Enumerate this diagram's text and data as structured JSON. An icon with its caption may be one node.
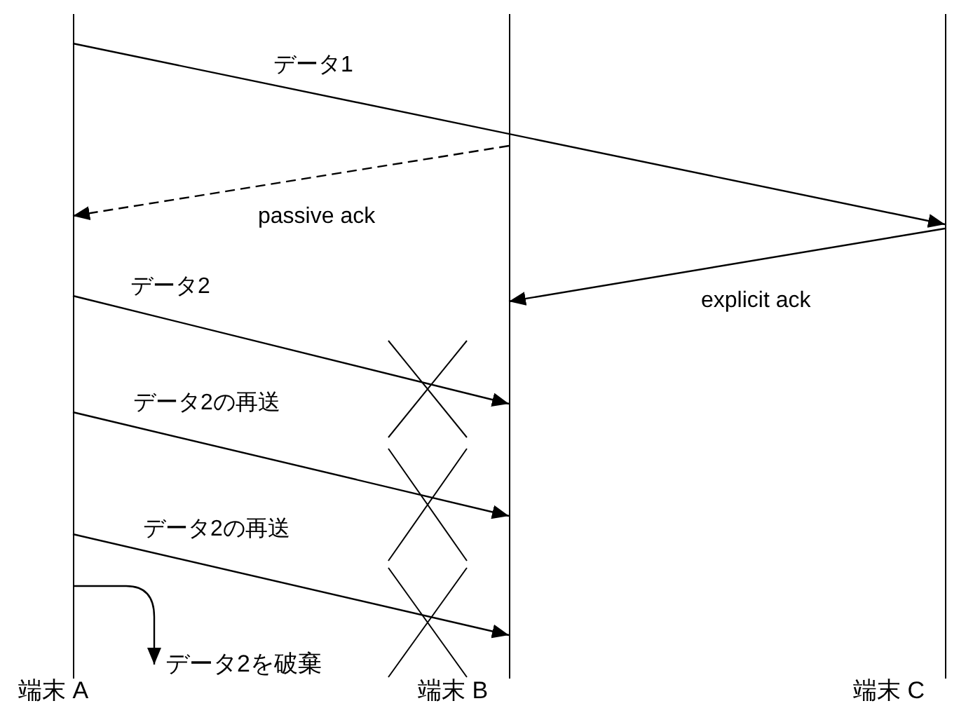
{
  "diagram": {
    "nodes": [
      {
        "text": [
          "端末 A"
        ]
      },
      {
        "text": [
          "端末 B"
        ]
      },
      {
        "text": [
          "端末 C"
        ]
      },
      {
        "text": [
          "データ2を破棄"
        ]
      }
    ],
    "edges": [
      {
        "from": 0,
        "to": 2,
        "arrow": "to",
        "label": "データ1"
      },
      {
        "from": 1,
        "to": 0,
        "arrow": "to",
        "label": "passive ack",
        "style": "dashed"
      },
      {
        "from": 2,
        "to": 1,
        "arrow": "to",
        "label": "explicit ack"
      },
      {
        "from": 0,
        "to": 1,
        "arrow": "to",
        "label": "データ2"
      },
      {
        "from": 0,
        "to": 1,
        "arrow": "to",
        "label": "データ2の再送"
      },
      {
        "from": 0,
        "to": 1,
        "arrow": "to",
        "label": "データ2の再送"
      },
      {
        "from": 0,
        "to": 3,
        "arrow": "to"
      }
    ]
  }
}
